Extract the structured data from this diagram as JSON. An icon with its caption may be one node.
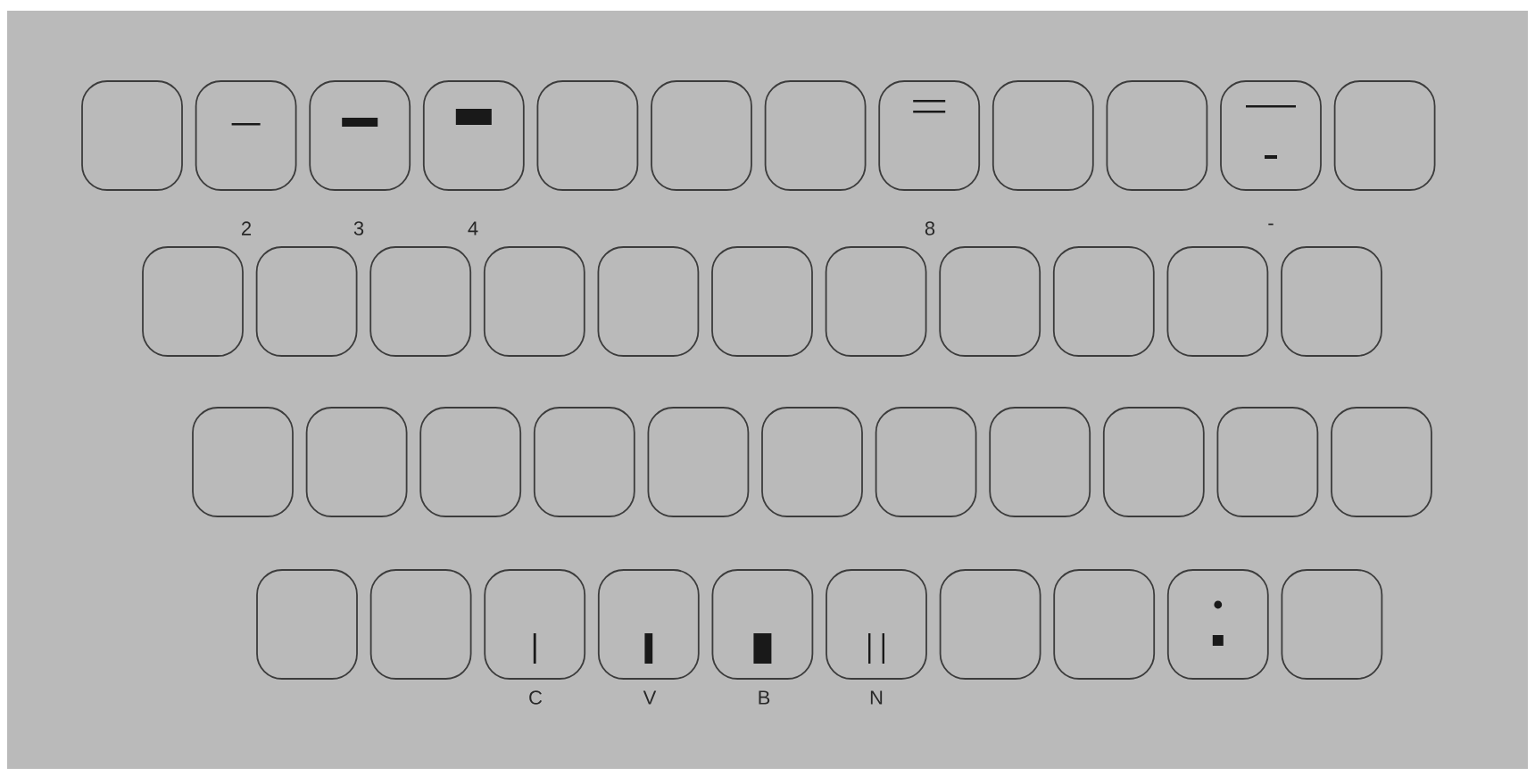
{
  "diagram": {
    "labels": [
      "2",
      "3",
      "4",
      "8",
      "-",
      "C",
      "V",
      "B",
      "N"
    ]
  }
}
